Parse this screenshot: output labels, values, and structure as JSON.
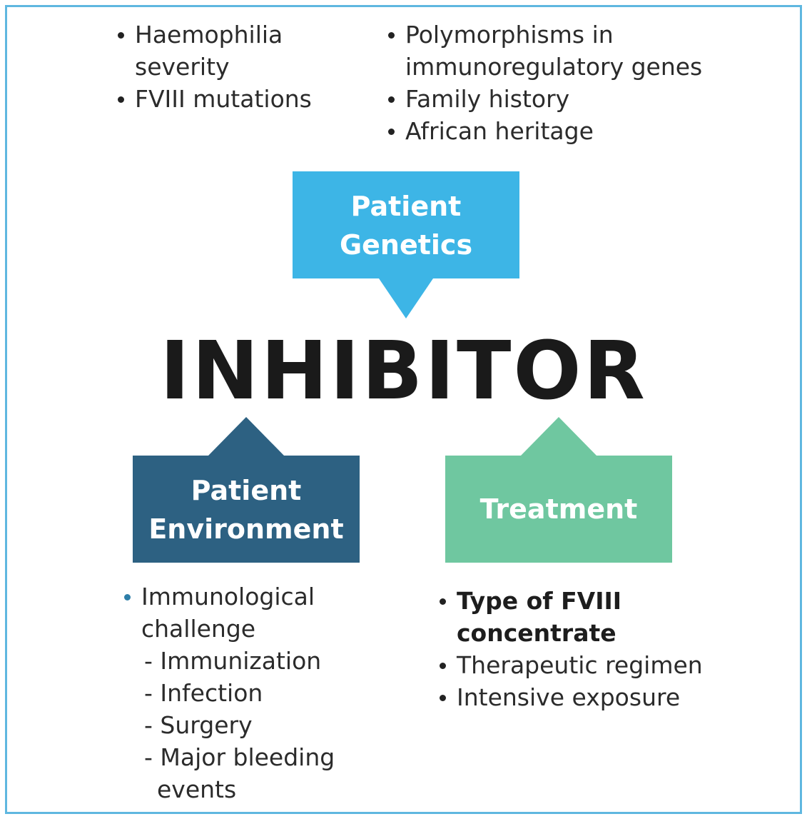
{
  "genetics": {
    "title_line1": "Patient",
    "title_line2": "Genetics",
    "color": "#3db5e6",
    "factors_left": [
      "Haemophilia",
      "severity",
      "FVIII mutations"
    ],
    "factors_right": [
      "Polymorphisms in",
      "immunoregulatory genes",
      "Family history",
      "African heritage"
    ]
  },
  "center": {
    "label": "INHIBITOR"
  },
  "environment": {
    "title_line1": "Patient",
    "title_line2": "Environment",
    "color": "#2d6182",
    "factors": [
      "Immunological",
      "challenge",
      "- Immunization",
      "- Infection",
      "- Surgery",
      "- Major bleeding",
      "events"
    ]
  },
  "treatment": {
    "title": "Treatment",
    "color": "#6fc7a0",
    "factors": [
      "Type of FVIII",
      "concentrate",
      "Therapeutic regimen",
      "Intensive exposure"
    ]
  }
}
